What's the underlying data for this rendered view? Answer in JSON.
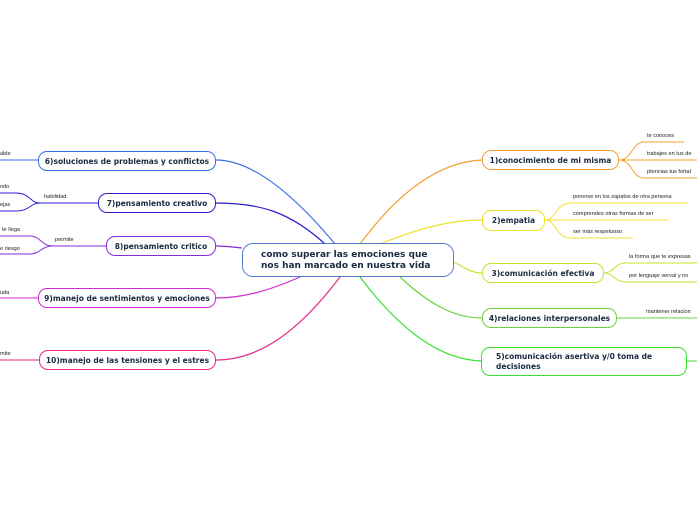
{
  "center": {
    "line1": "como superar las emociones que",
    "line2": "nos han marcado en nuestra vida"
  },
  "right": [
    {
      "label": "1)conocimiento de mi misma",
      "color": "#f3a030",
      "subs": [
        "te conoces",
        "trabajes en tus de",
        "ptencias tus fortal"
      ]
    },
    {
      "label": "2)empatia",
      "color": "#f0e030",
      "subs": [
        "ponerse en los zapatos de otra persona",
        "comprendes otras formas de ser",
        "ser más respetuoso"
      ]
    },
    {
      "label": "3)comunicación efectiva",
      "color": "#c8e030",
      "subs": [
        "la forma que te expresas",
        "por lenguaje verval y no"
      ]
    },
    {
      "label": "4)relaciones interpersonales",
      "color": "#6ed040",
      "subs": [
        "mantener relacion"
      ]
    },
    {
      "label": "5)comunicación asertiva y/0 toma de decisiones",
      "color": "#38e030",
      "subs": []
    }
  ],
  "left": [
    {
      "label": "6)soluciones de problemas y conflictos",
      "color": "#3a6ee8",
      "subs": [
        "able"
      ]
    },
    {
      "label": "7)pensamiento creativo",
      "color": "#2a1ed0",
      "subs": [
        "habilidad",
        "ndo",
        "ejas"
      ]
    },
    {
      "label": "8)pensamiento critico",
      "color": "#8a2ad8",
      "subs": [
        "permite",
        "te llega",
        "e riesgo"
      ]
    },
    {
      "label": "9)manejo de sentimientos y emociones",
      "color": "#d028d8",
      "subs": [
        "uda"
      ]
    },
    {
      "label": "10)manejo de las tensiones y el estres",
      "color": "#e8288a",
      "subs": [
        "mite"
      ]
    }
  ]
}
